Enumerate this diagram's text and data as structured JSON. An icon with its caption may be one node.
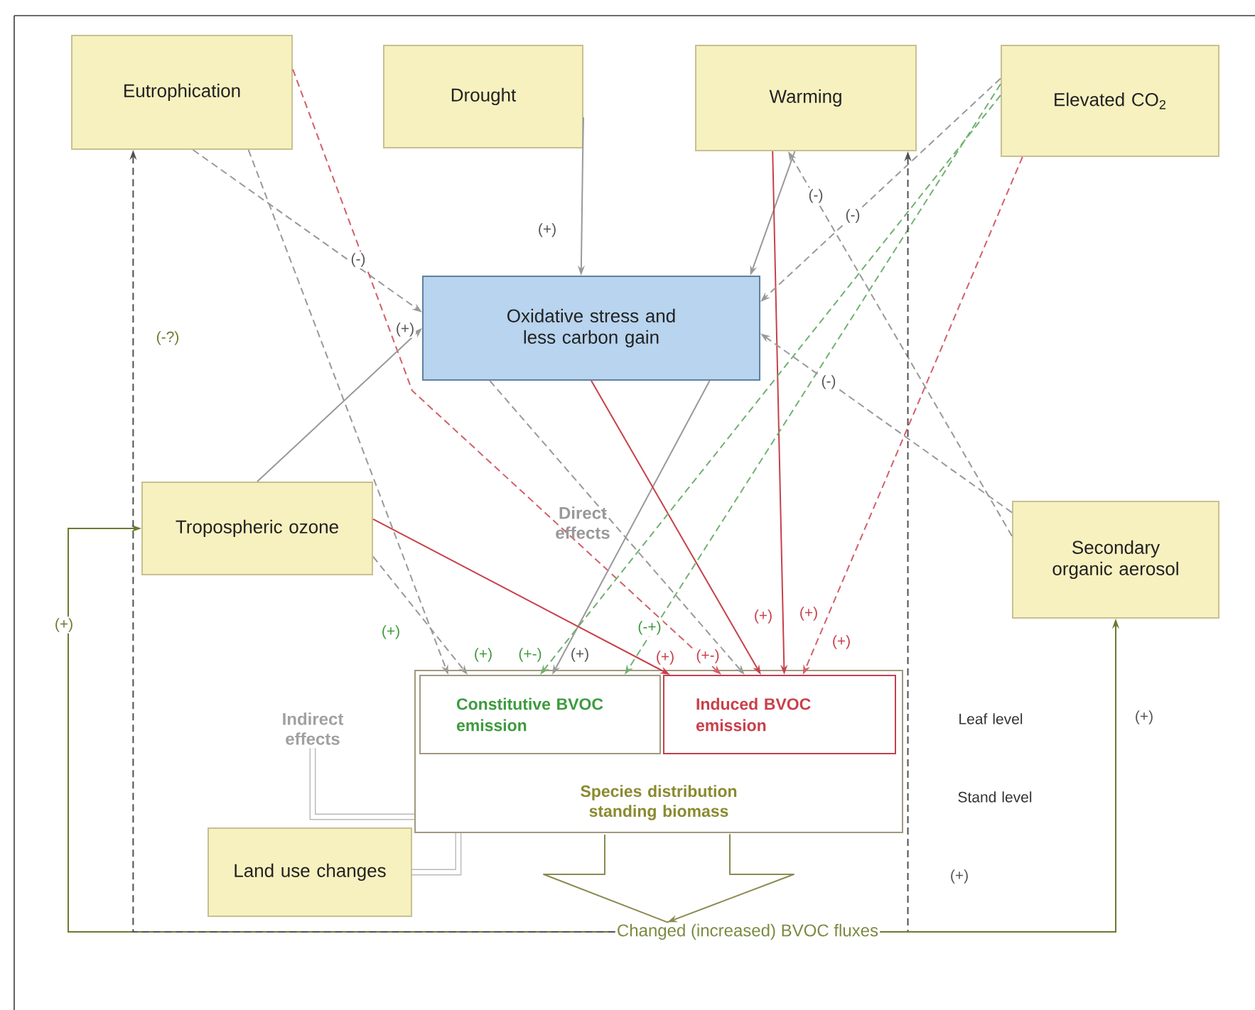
{
  "diagram": {
    "nodes": [
      {
        "text": [
          "Eutrophication"
        ]
      },
      {
        "text": [
          "Drought"
        ]
      },
      {
        "text": [
          "Warming"
        ]
      },
      {
        "text": [
          "Elevated CO$_{2}$"
        ]
      },
      {
        "text": [
          "Oxidative stress and less carbon gain"
        ]
      },
      {
        "text": [
          "Tropospheric ozone"
        ]
      },
      {
        "text": [
          "Secondary organic aerosol"
        ]
      },
      {
        "text": [
          "Species distribution standing biomass"
        ]
      },
      {
        "text": [
          "Constitutive BVOC emission"
        ],
        "in": 7
      },
      {
        "text": [
          "Induced BVOC emission"
        ],
        "in": 7
      },
      {
        "text": [
          "Land use changes"
        ]
      },
      {
        "text": [
          "Changed (increased) BVOC fluxes"
        ]
      },
      {
        "text": [
          "Indirect effects"
        ]
      }
    ],
    "edges": [
      {
        "from": 0,
        "to": 4,
        "arrow": "to",
        "style": "dashed",
        "label": "(-)"
      },
      {
        "from": 0,
        "to": 8,
        "arrow": "to",
        "style": "dashed",
        "label": "(+)"
      },
      {
        "from": 0,
        "to": 9,
        "arrow": "to",
        "style": "dashed",
        "color": "#d0606a"
      },
      {
        "from": 1,
        "to": 4,
        "arrow": "to",
        "label": "(+)"
      },
      {
        "from": 2,
        "to": 4,
        "arrow": "to"
      },
      {
        "from": 2,
        "to": 9,
        "arrow": "to",
        "color": "#c8404a",
        "label": "(+)"
      },
      {
        "from": 3,
        "to": 4,
        "arrow": "to",
        "style": "dashed",
        "label": "(-)"
      },
      {
        "from": 3,
        "to": 8,
        "arrow": "to",
        "style": "dashed",
        "color": "#70b070",
        "label": "(-+)"
      },
      {
        "from": 3,
        "to": 9,
        "arrow": "to",
        "style": "dashed",
        "color": "#d0606a",
        "label": "(+)"
      },
      {
        "from": 4,
        "to": 8,
        "arrow": "to",
        "label": "(+)"
      },
      {
        "from": 4,
        "to": 9,
        "arrow": "to",
        "color": "#c8404a",
        "label": "(+)"
      },
      {
        "from": 4,
        "to": 9,
        "arrow": "to",
        "style": "dashed",
        "label": "(+-)"
      },
      {
        "from": 5,
        "to": 4,
        "arrow": "to",
        "label": "(+)"
      },
      {
        "from": 5,
        "to": 9,
        "arrow": "to",
        "color": "#c8404a",
        "label": "(+)"
      },
      {
        "from": 5,
        "to": 8,
        "arrow": "to",
        "style": "dashed",
        "label": "(+)"
      },
      {
        "from": 6,
        "to": 2,
        "arrow": "to",
        "style": "dashed",
        "label": "(-)"
      },
      {
        "from": 6,
        "to": 4,
        "arrow": "to",
        "style": "dashed",
        "label": "(-)"
      },
      {
        "from": 12,
        "to": 7,
        "arrow": "none",
        "style": "thick"
      },
      {
        "from": 10,
        "to": 7,
        "arrow": "none",
        "style": "thick"
      },
      {
        "from": 7,
        "to": 11,
        "arrow": "to",
        "color": "#8a8a50"
      },
      {
        "from": 11,
        "to": 5,
        "arrow": "to",
        "color": "#6a7a30",
        "label": "(+)"
      },
      {
        "from": 11,
        "to": 0,
        "arrow": "to",
        "style": "dashed",
        "color": "#505050",
        "label": "(-?)"
      },
      {
        "from": 11,
        "to": 2,
        "arrow": "to",
        "style": "dashed",
        "color": "#505050",
        "label": "(+)"
      },
      {
        "from": 11,
        "to": 6,
        "arrow": "to",
        "color": "#6a7a30",
        "label": "(+)"
      },
      {
        "from": 3,
        "to": 8,
        "arrow": "to",
        "style": "dashed",
        "color": "#70b070",
        "label": "(+-)"
      }
    ],
    "labels": [
      "Direct effects",
      "Leaf level",
      "Stand level"
    ]
  }
}
